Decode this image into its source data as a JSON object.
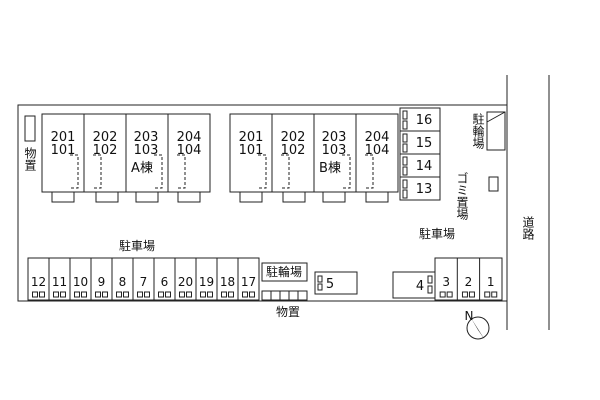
{
  "labels": {
    "storage_left": "物置",
    "storage_bottom": "物置",
    "parking_left": "駐車場",
    "parking_right": "駐車場",
    "bicycle_parking_top": "駐輪場",
    "bicycle_parking_bottom": "駐輪場",
    "garbage": "ゴミ置場",
    "road": "道路",
    "north": "N"
  },
  "building_a": {
    "name": "A棟",
    "units": [
      {
        "upper": "201",
        "lower": "101"
      },
      {
        "upper": "202",
        "lower": "102"
      },
      {
        "upper": "203",
        "lower": "103"
      },
      {
        "upper": "204",
        "lower": "104"
      }
    ]
  },
  "building_b": {
    "name": "B棟",
    "units": [
      {
        "upper": "201",
        "lower": "101"
      },
      {
        "upper": "202",
        "lower": "102"
      },
      {
        "upper": "203",
        "lower": "103"
      },
      {
        "upper": "204",
        "lower": "104"
      }
    ]
  },
  "parking_right_column": [
    "16",
    "15",
    "14",
    "13"
  ],
  "parking_bottom_left": [
    "12",
    "11",
    "10",
    "9",
    "8",
    "7",
    "6",
    "20",
    "19",
    "18",
    "17"
  ],
  "parking_bottom_middle": [
    "5"
  ],
  "parking_bottom_right": [
    "4",
    "3",
    "2",
    "1"
  ]
}
